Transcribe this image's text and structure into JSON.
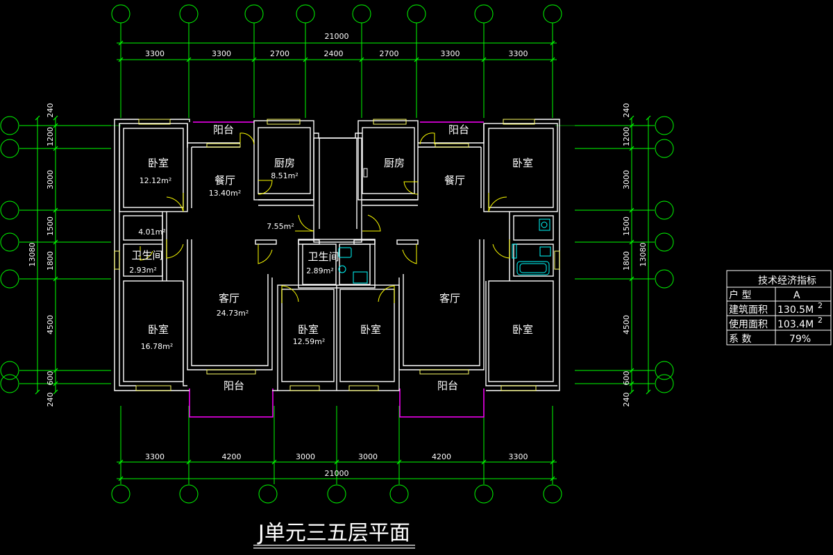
{
  "drawing": {
    "title": "J单元三五层平面",
    "colors": {
      "background": "#000000",
      "walls": "#ffffff",
      "grid": "#00ff00",
      "windows": "#ffff66",
      "balcony": "#ff00ff",
      "fixtures": "#00ffff",
      "doors": "#ffff00"
    }
  },
  "top_dimensions": {
    "total": "21000",
    "segments": [
      "3300",
      "3300",
      "2700",
      "2400",
      "2700",
      "3300",
      "3300"
    ]
  },
  "bottom_dimensions": {
    "total": "21000",
    "segments": [
      "3300",
      "4200",
      "3000",
      "3000",
      "4200",
      "3300"
    ]
  },
  "left_dimensions": {
    "total": "13080",
    "segments": [
      "240",
      "1200",
      "3000",
      "1500",
      "1800",
      "4500",
      "600",
      "240"
    ]
  },
  "right_dimensions": {
    "total": "13080",
    "segments": [
      "240",
      "1200",
      "3000",
      "1500",
      "1800",
      "4500",
      "600",
      "240"
    ]
  },
  "rooms": [
    {
      "id": "bed-nw",
      "label": "卧室",
      "area": "12.12m²"
    },
    {
      "id": "dining-w",
      "label": "餐厅",
      "area": "13.40m²"
    },
    {
      "id": "kitchen-w",
      "label": "厨房",
      "area": "8.51m²"
    },
    {
      "id": "balcony-nw",
      "label": "阳台",
      "area": ""
    },
    {
      "id": "hall-w",
      "label": "",
      "area": "4.01m²"
    },
    {
      "id": "bath-w",
      "label": "卫生间",
      "area": "2.93m²"
    },
    {
      "id": "living-w",
      "label": "客厅",
      "area": "24.73m²"
    },
    {
      "id": "bed-sw",
      "label": "卧室",
      "area": "16.78m²"
    },
    {
      "id": "balcony-sw",
      "label": "阳台",
      "area": ""
    },
    {
      "id": "stair",
      "label": "",
      "area": "7.55m²"
    },
    {
      "id": "bath-c",
      "label": "卫生间",
      "area": "2.89m²"
    },
    {
      "id": "bed-c1",
      "label": "卧室",
      "area": "12.59m²"
    },
    {
      "id": "bed-c2",
      "label": "卧室",
      "area": ""
    },
    {
      "id": "kitchen-e",
      "label": "厨房",
      "area": ""
    },
    {
      "id": "dining-e",
      "label": "餐厅",
      "area": ""
    },
    {
      "id": "balcony-ne",
      "label": "阳台",
      "area": ""
    },
    {
      "id": "bed-ne",
      "label": "卧室",
      "area": ""
    },
    {
      "id": "living-e",
      "label": "客厅",
      "area": ""
    },
    {
      "id": "bed-se",
      "label": "卧室",
      "area": ""
    },
    {
      "id": "balcony-se",
      "label": "阳台",
      "area": ""
    }
  ],
  "table": {
    "title": "技术经济指标",
    "rows": [
      {
        "label": "户    型",
        "value": "A"
      },
      {
        "label": "建筑面积",
        "value": "130.5M"
      },
      {
        "label": "使用面积",
        "value": "103.4M"
      },
      {
        "label": "系    数",
        "value": "79%"
      }
    ],
    "superscript": "2"
  }
}
